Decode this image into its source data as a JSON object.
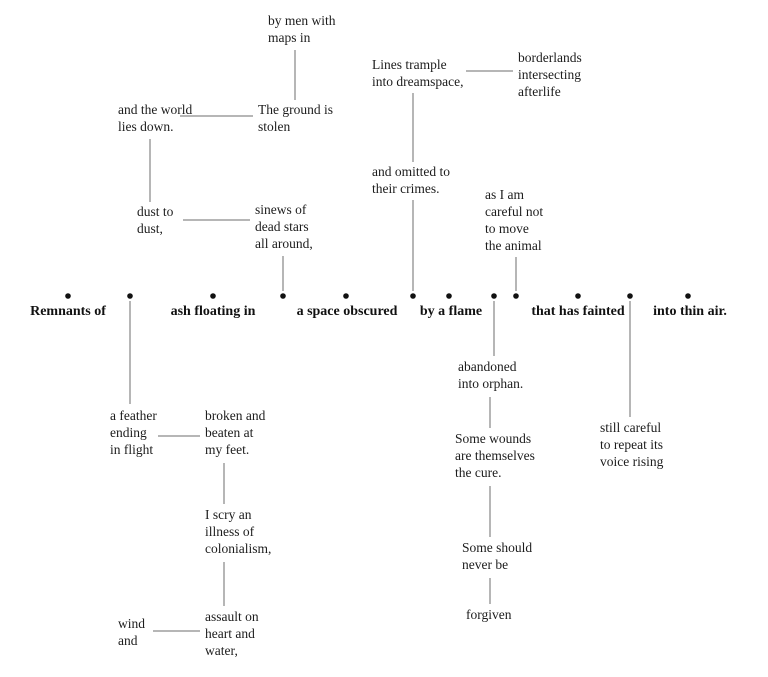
{
  "diagram": {
    "axis": {
      "segments": [
        {
          "label": "Remnants of"
        },
        {
          "label": "ash floating in"
        },
        {
          "label": "a space obscured"
        },
        {
          "label": "by a flame"
        },
        {
          "label": "that has fainted"
        },
        {
          "label": "into thin air."
        }
      ]
    },
    "phrases": {
      "by_men": "by men with\nmaps in",
      "ground_stolen": "The ground is\nstolen",
      "world_lies": "and the world\nlies down.",
      "dust": "dust to\ndust,",
      "sinews": "sinews of\ndead stars\nall around,",
      "lines_trample": "Lines trample\ninto dreamspace,",
      "borderlands": "borderlands\nintersecting\nafterlife",
      "omitted": "and omitted to\ntheir crimes.",
      "careful_animal": "as I am\ncareful not\nto move\nthe animal",
      "feather": "a feather\nending\nin flight",
      "broken": "broken and\nbeaten at\nmy feet.",
      "scry": "I scry an\nillness of\ncolonialism,",
      "assault": "assault on\nheart and\nwater,",
      "wind": "wind\nand",
      "abandoned": "abandoned\ninto orphan.",
      "wounds": "Some wounds\nare themselves\nthe cure.",
      "never_be": "Some should\nnever be",
      "forgiven": "forgiven",
      "still_careful": "still careful\nto repeat its\nvoice rising"
    }
  }
}
